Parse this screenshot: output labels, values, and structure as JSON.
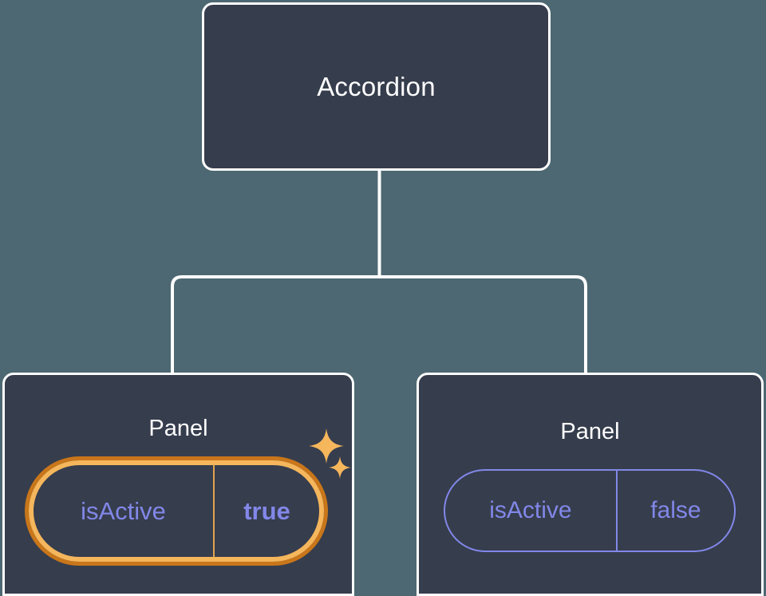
{
  "diagram": {
    "type": "component-tree",
    "background_color": "#4d6872",
    "node_fill_color": "#363d4d",
    "node_border_color": "#ffffff",
    "connector_color": "#ffffff",
    "accent_highlight_color": "#f5b65c",
    "accent_highlight_outer_color": "#c9761a",
    "prop_text_color": "#8287e8",
    "root": {
      "label": "Accordion"
    },
    "children": [
      {
        "label": "Panel",
        "highlighted": true,
        "prop": {
          "key": "isActive",
          "value": "true",
          "value_bold": true
        },
        "sparkle_big": "sparkle-icon",
        "sparkle_small": "sparkle-icon"
      },
      {
        "label": "Panel",
        "highlighted": false,
        "prop": {
          "key": "isActive",
          "value": "false",
          "value_bold": false
        }
      }
    ]
  }
}
